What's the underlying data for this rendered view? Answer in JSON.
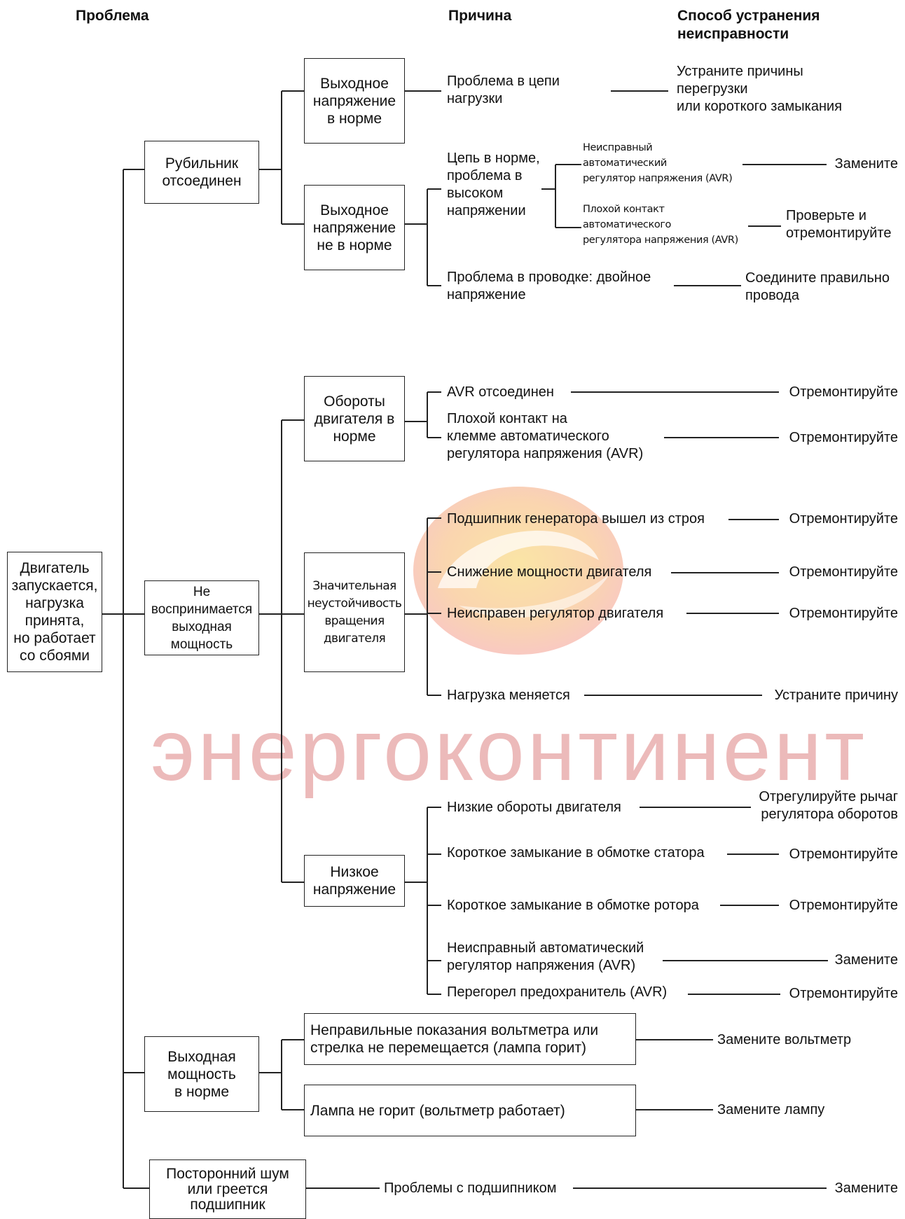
{
  "headers": {
    "problem": "Проблема",
    "cause": "Причина",
    "remedy": "Способ устранения\nнеисправности"
  },
  "root": "Двигатель\nзапускается,\nнагрузка\nпринята,\nно работает\nсо сбоями",
  "level1": {
    "breaker": "Рубильник\nотсоединен",
    "no_output": "Не\nвоспринимается\nвыходная\nмощность",
    "output_ok": "Выходная\nмощность\nв норме",
    "noise": "Посторонний шум\nили греется\nподшипник"
  },
  "level2": {
    "voltage_ok": "Выходное\nнапряжение\nв норме",
    "voltage_bad": "Выходное\nнапряжение\nне в норме",
    "rpm_ok": "Обороты\nдвигателя в\nнорме",
    "instability": "Значительная\nнеустойчивость\nвращения\nдвигателя",
    "low_voltage": "Низкое\nнапряжение",
    "voltmeter": "Неправильные показания вольтметра или\nстрелка не перемещается (лампа горит)",
    "lamp": "Лампа не горит (вольтметр работает)"
  },
  "causes": {
    "load_circuit": "Проблема в цепи\nнагрузки",
    "circuit_ok_high": "Цепь в норме,\nпроблема в\nвысоком\nнапряжении",
    "avr_faulty_small": "Неисправный\nавтоматический\nрегулятор напряжения (AVR)",
    "avr_contact_small": "Плохой контакт\nавтоматического\nрегулятора напряжения (AVR)",
    "wiring_double": "Проблема в проводке: двойное\nнапряжение",
    "avr_disconnected": "AVR отсоединен",
    "avr_terminal": "Плохой контакт на\nклемме автоматического\nрегулятора напряжения (AVR)",
    "gen_bearing": "Подшипник генератора вышел из строя",
    "engine_power": "Снижение мощности двигателя",
    "engine_governor": "Неисправен регулятор двигателя",
    "load_changes": "Нагрузка меняется",
    "low_rpm": "Низкие обороты двигателя",
    "stator_short": "Короткое замыкание в обмотке статора",
    "rotor_short": "Короткое замыкание в обмотке ротора",
    "avr_faulty": "Неисправный автоматический\nрегулятор напряжения (AVR)",
    "fuse": "Перегорел предохранитель (AVR)",
    "bearing_problems": "Проблемы с подшипником"
  },
  "remedies": {
    "overload": "Устраните причины\nперегрузки\nили короткого замыкания",
    "replace": "Замените",
    "check_repair": "Проверьте и\nотремонтируйте",
    "connect_wires": "Соедините правильно\nпровода",
    "repair": "Отремонтируйте",
    "fix_cause": "Устраните причину",
    "adjust_lever": "Отрегулируйте рычаг\nрегулятора оборотов",
    "replace_voltmeter": "Замените вольтметр",
    "replace_lamp": "Замените лампу"
  },
  "watermark": "энергоконтинент"
}
